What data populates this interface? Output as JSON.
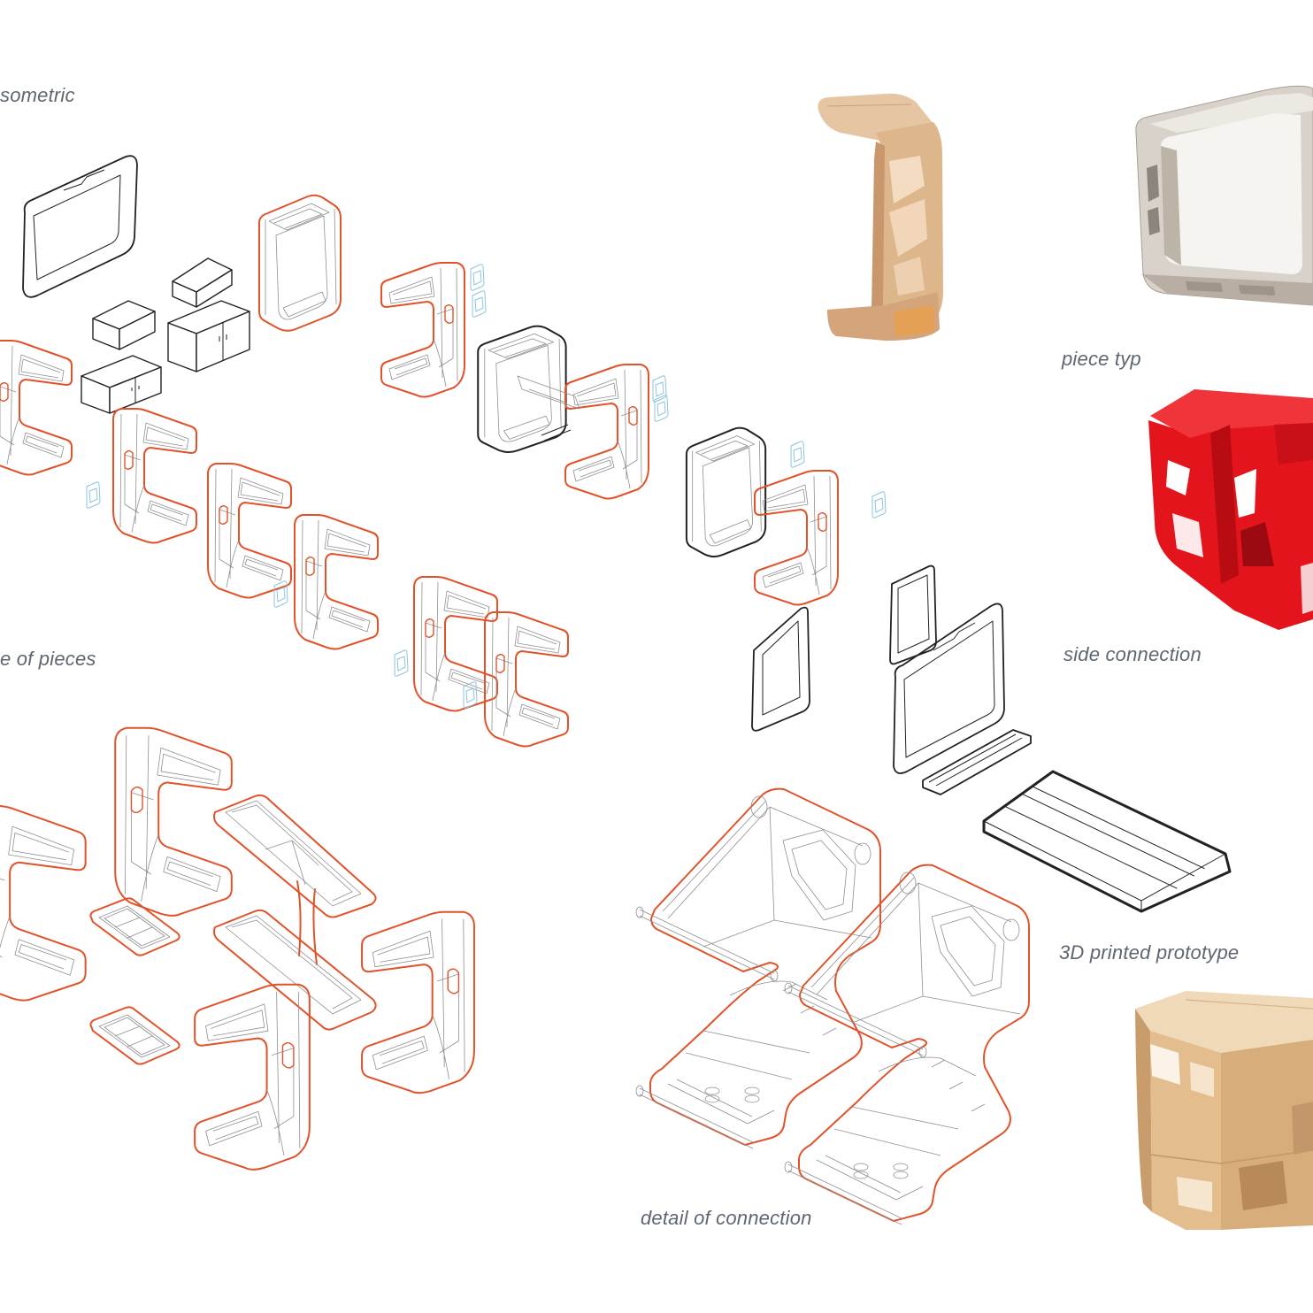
{
  "labels": {
    "isometric": "sometric",
    "type_of_pieces": "e of pieces",
    "piece_typ": "piece typ",
    "side_connection": "side connection",
    "printed_prototype": "3D printed prototype",
    "detail_of_connection": "detail of connection"
  },
  "colors": {
    "accent": "#e0532a",
    "linework": "#222222",
    "label": "#5e6670",
    "connector": "#8cc4dc",
    "prototype_red": "#e3141c",
    "prototype_tan": "#ddb68c"
  }
}
